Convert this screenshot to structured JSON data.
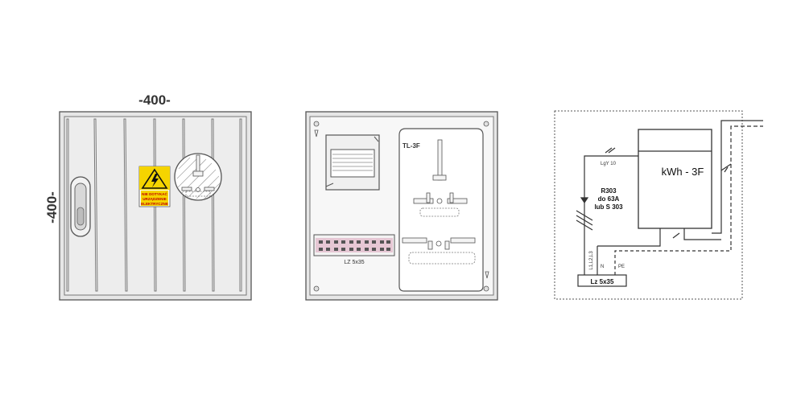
{
  "dimensions": {
    "width_label": "-400-",
    "height_label": "-400-"
  },
  "front_view": {
    "warning_label": {
      "line1": "NIE DOTYKAĆ",
      "line2": "URZĄDZENIE",
      "line3": "ELEKTRYCZNE"
    }
  },
  "interior_view": {
    "meter_board_label": "TL-3F",
    "terminal_block_label": "LZ 5x35"
  },
  "schematic": {
    "meter_label": "kWh - 3F",
    "cable_label": "LgY 10",
    "breaker_label_1": "R303",
    "breaker_label_2": "do 63A",
    "breaker_label_3": "lub S 303",
    "phase_label": "L1,L2,L3",
    "neutral_label": "N",
    "pe_label": "PE",
    "terminal_label": "Lz 5x35"
  },
  "colors": {
    "outline": "#555555",
    "cabinet_fill": "#e9e9e9",
    "panel_fill": "#f4f4f4",
    "warning_yellow": "#f5d400",
    "terminal_pink": "#e6c7d4"
  }
}
